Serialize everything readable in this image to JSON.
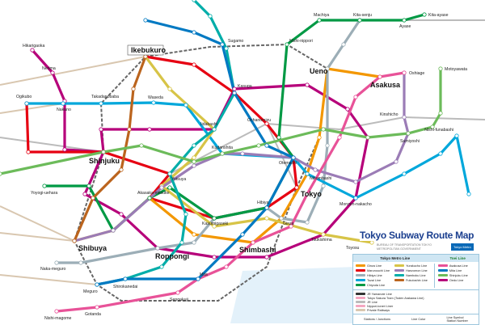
{
  "title": "Tokyo Subway Route Map",
  "subtitle": "BUREAU OF TRANSPORTATION TOKYO METROPOLITAN GOVERNMENT",
  "metro_logo": "Tokyo Metro",
  "stations": {
    "ikebukuro": "Ikebukuro",
    "shinjuku": "Shinjuku",
    "shibuya": "Shibuya",
    "ueno": "Ueno",
    "asakusa": "Asakusa",
    "tokyo": "Tokyo",
    "shimbashi": "Shimbashi",
    "roppongi": "Roppongi",
    "otemachi": "Otemachi",
    "meguro": "Meguro",
    "nakano": "Nakano",
    "ogikubo": "Ogikubo",
    "takadanobaba": "Takadanobaba",
    "waseda": "Waseda",
    "iidabashi": "Iidabashi",
    "kudanshita": "Kudanshita",
    "kasuga": "Kasuga",
    "sugamo": "Sugamo",
    "ochanomizu": "Ochanomizu",
    "nishi_nippori": "Nishi-nippori",
    "machiya": "Machiya",
    "kita_senju": "Kita-senju",
    "ayase": "Ayase",
    "kita_ayase": "Kita-ayase",
    "oshiage": "Oshiage",
    "kinshicho": "Kinshicho",
    "sumiyoshi": "Sumiyoshi",
    "motoyawata": "Motoyawata",
    "nishi_funabashi": "Nishi-funabashi",
    "hibiya": "Hibiya",
    "ginza": "Ginza",
    "kasumigaseki": "Kasumigaseki",
    "akasaka_mitsuke": "Akasaka-mitsuke",
    "yotsuya": "Yotsuya",
    "yoyogi_uehara": "Yoyogi-uehara",
    "naka_meguro": "Naka-meguro",
    "gotanda": "Gotanda",
    "sengakuji": "Sengakuji",
    "mita": "Mita",
    "nerima": "Nerima",
    "hikarigaoka": "Hikarigaoka",
    "monzen_nakacho": "Monzen-nakacho",
    "tsukishima": "Tsukishima",
    "toyosu": "Toyosu",
    "nishi_magome": "Nishi-magome",
    "nihombashi": "Nihombashi",
    "shirokanedai": "Shirokanedai"
  },
  "legend": {
    "metro_header": "Tokyo Metro Line",
    "toei_header": "Toei Line",
    "metro_lines": [
      {
        "label": "Ginza Line",
        "color": "#f39700"
      },
      {
        "label": "Marunouchi Line",
        "color": "#e60012"
      },
      {
        "label": "Hibiya Line",
        "color": "#9caeb7"
      },
      {
        "label": "Tozai Line",
        "color": "#00a7db"
      },
      {
        "label": "Chiyoda Line",
        "color": "#009944"
      },
      {
        "label": "Yurakucho Line",
        "color": "#d7c447"
      },
      {
        "label": "Hanzomon Line",
        "color": "#9b7cb6"
      },
      {
        "label": "Namboku Line",
        "color": "#00ada9"
      },
      {
        "label": "Fukutoshin Line",
        "color": "#bb641d"
      }
    ],
    "toei_lines": [
      {
        "label": "Asakusa Line",
        "color": "#e85298"
      },
      {
        "label": "Mita Line",
        "color": "#0079c2"
      },
      {
        "label": "Shinjuku Line",
        "color": "#6cbb5a"
      },
      {
        "label": "Oedo Line",
        "color": "#b6007a"
      }
    ],
    "other_lines": [
      {
        "label": "JR Yamanote Line",
        "color": "#333333"
      },
      {
        "label": "Tokyo Sakura Tram (Toden Arakawa Line)",
        "color": "#f4a6c0"
      },
      {
        "label": "JR Line",
        "color": "#bbbbbb"
      },
      {
        "label": "Nippori-toneri Liner",
        "color": "#f4a6c0"
      },
      {
        "label": "Private Railways",
        "color": "#d9c7b0"
      }
    ],
    "stations_junctions": "Stations / Junctions",
    "line_color": "Line Color",
    "line_symbol": "Line Symbol",
    "station_number": "Station Number"
  }
}
